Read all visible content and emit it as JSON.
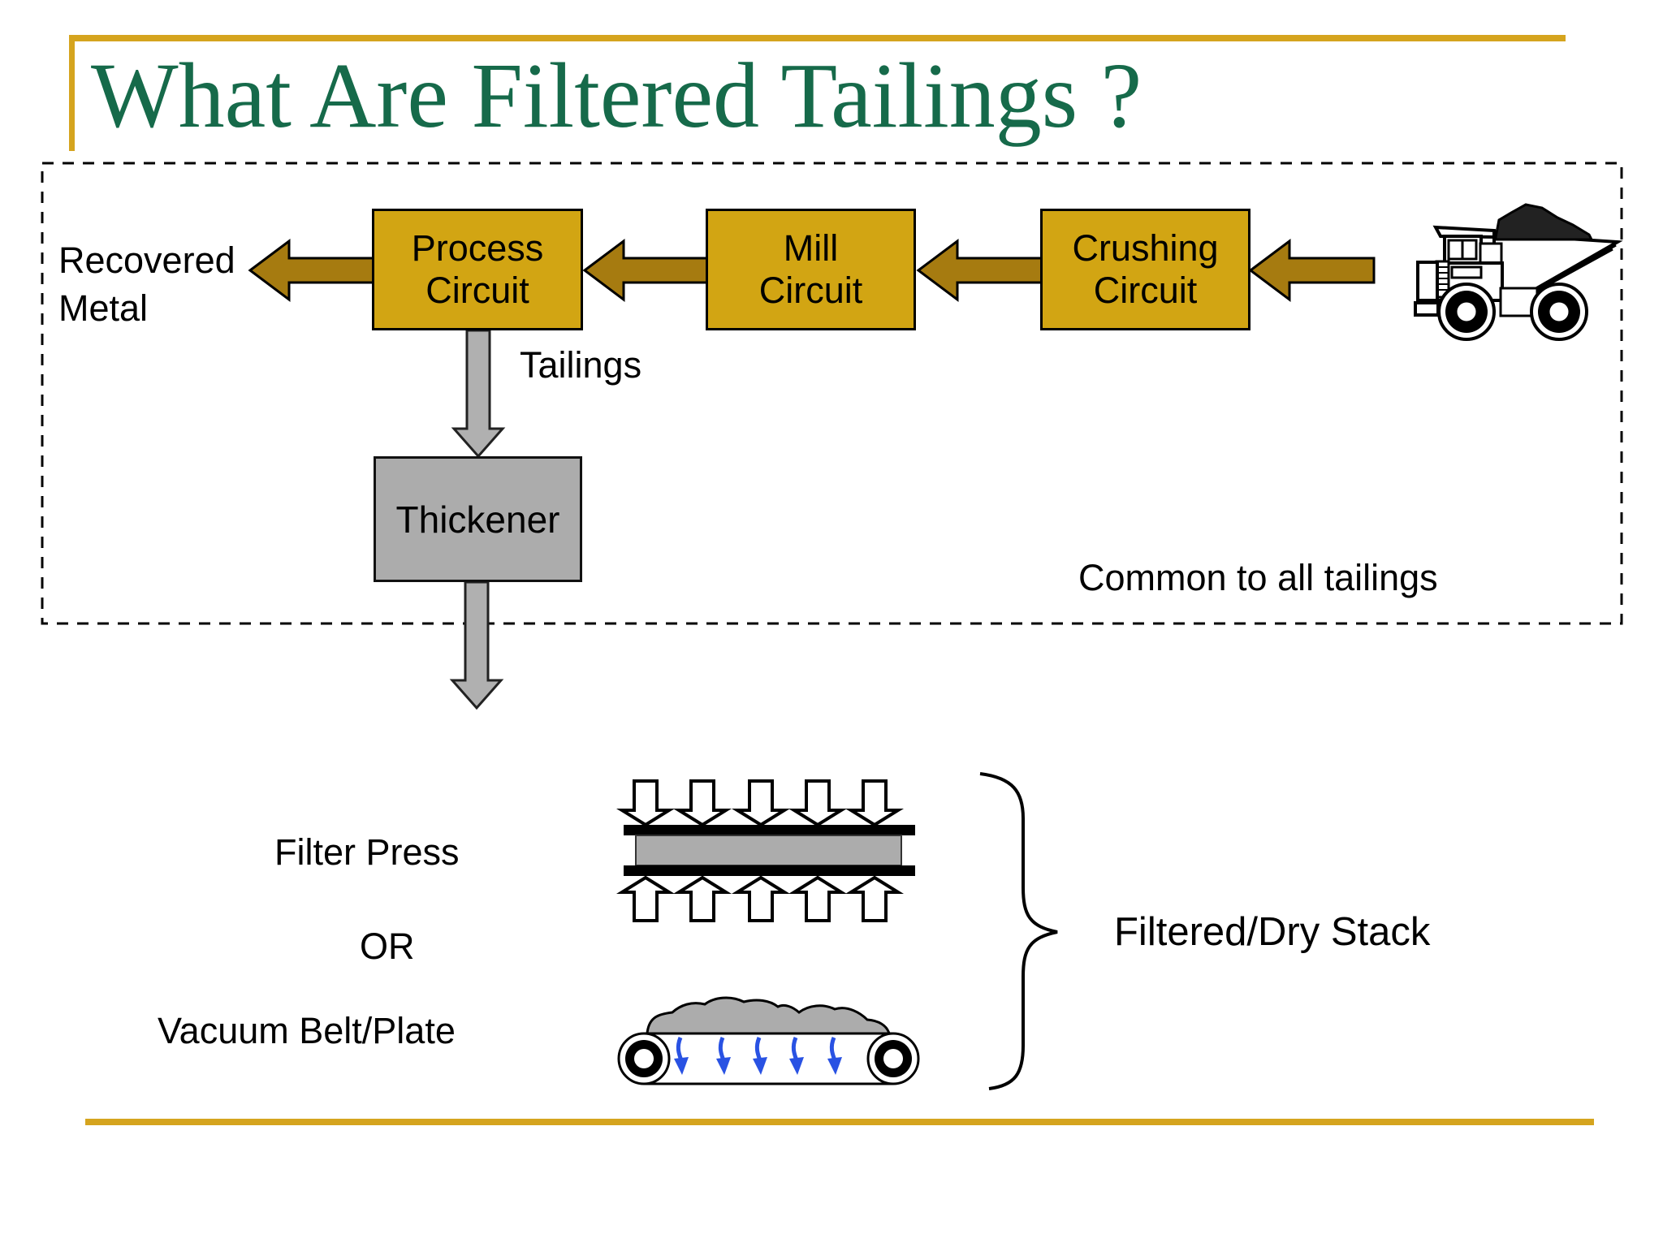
{
  "slide": {
    "title": "What Are Filtered Tailings ?",
    "colors": {
      "title_green": "#166A4A",
      "rule_gold": "#D5A41E",
      "box_gold": "#D2A513",
      "arrow_gold": "#A67B10",
      "gray_fill": "#ACACAC",
      "blue_arrow": "#2952E3",
      "outline_black": "#000000"
    }
  },
  "flow_region": {
    "recovered_metal_label": "Recovered\nMetal",
    "boxes": [
      {
        "label": "Process\nCircuit"
      },
      {
        "label": "Mill\nCircuit"
      },
      {
        "label": "Crushing\nCircuit"
      }
    ],
    "tailings_label": "Tailings",
    "thickener_label": "Thickener",
    "common_label": "Common to all tailings",
    "truck_icon": "haul-truck"
  },
  "filtration": {
    "filter_press_label": "Filter Press",
    "or_label": "OR",
    "vacuum_label": "Vacuum Belt/Plate",
    "stack_label": "Filtered/Dry Stack",
    "filter_press_icon": "filter-press",
    "vacuum_belt_icon": "vacuum-belt-filter"
  }
}
